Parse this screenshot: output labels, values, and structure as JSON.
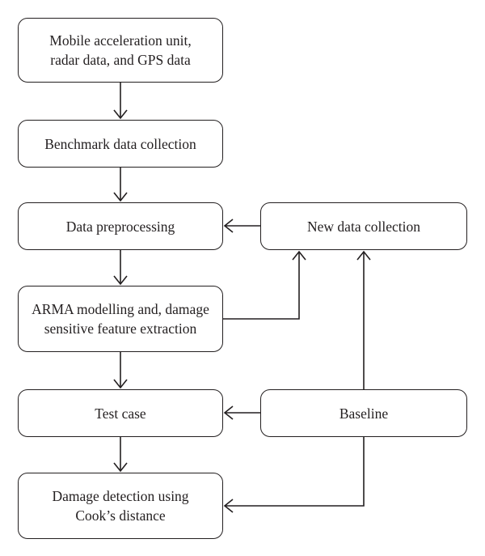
{
  "diagram": {
    "nodes": {
      "mobile": "Mobile acceleration unit,\nradar data, and GPS data",
      "benchmark": "Benchmark data collection",
      "preprocessing": "Data preprocessing",
      "new_data": "New data collection",
      "arma": "ARMA modelling and, damage\nsensitive feature extraction",
      "test_case": "Test case",
      "baseline": "Baseline",
      "damage_detection": "Damage detection using\nCook’s distance"
    },
    "edges": [
      {
        "from": "mobile",
        "to": "benchmark"
      },
      {
        "from": "benchmark",
        "to": "preprocessing"
      },
      {
        "from": "new_data",
        "to": "preprocessing"
      },
      {
        "from": "preprocessing",
        "to": "arma"
      },
      {
        "from": "arma",
        "to": "new_data"
      },
      {
        "from": "baseline",
        "to": "new_data"
      },
      {
        "from": "arma",
        "to": "test_case"
      },
      {
        "from": "baseline",
        "to": "test_case"
      },
      {
        "from": "test_case",
        "to": "damage_detection"
      },
      {
        "from": "baseline",
        "to": "damage_detection"
      }
    ]
  }
}
